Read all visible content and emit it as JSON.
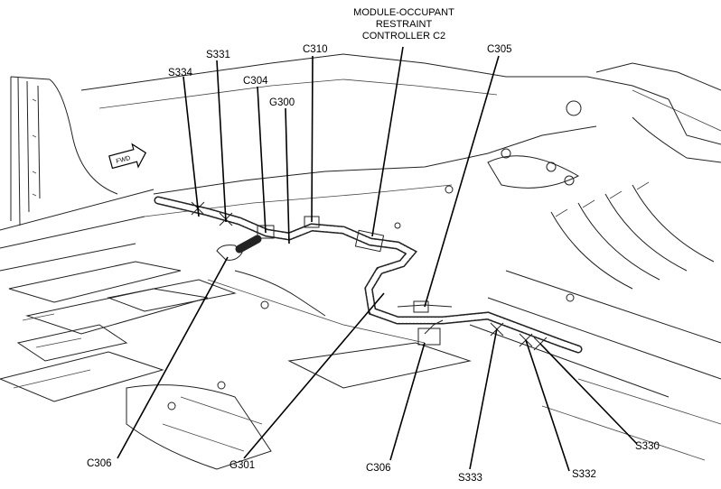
{
  "title_lines": [
    "MODULE-OCCUPANT",
    "RESTRAINT",
    "CONTROLLER C2"
  ],
  "forward_arrow_text": "FWD",
  "callouts": {
    "s331": "S331",
    "s334": "S334",
    "c304": "C304",
    "c310": "C310",
    "g300": "G300",
    "c305": "C305",
    "c306_left": "C306",
    "g301": "G301",
    "c306_bottom": "C306",
    "s333": "S333",
    "s332": "S332",
    "s330": "S330"
  }
}
